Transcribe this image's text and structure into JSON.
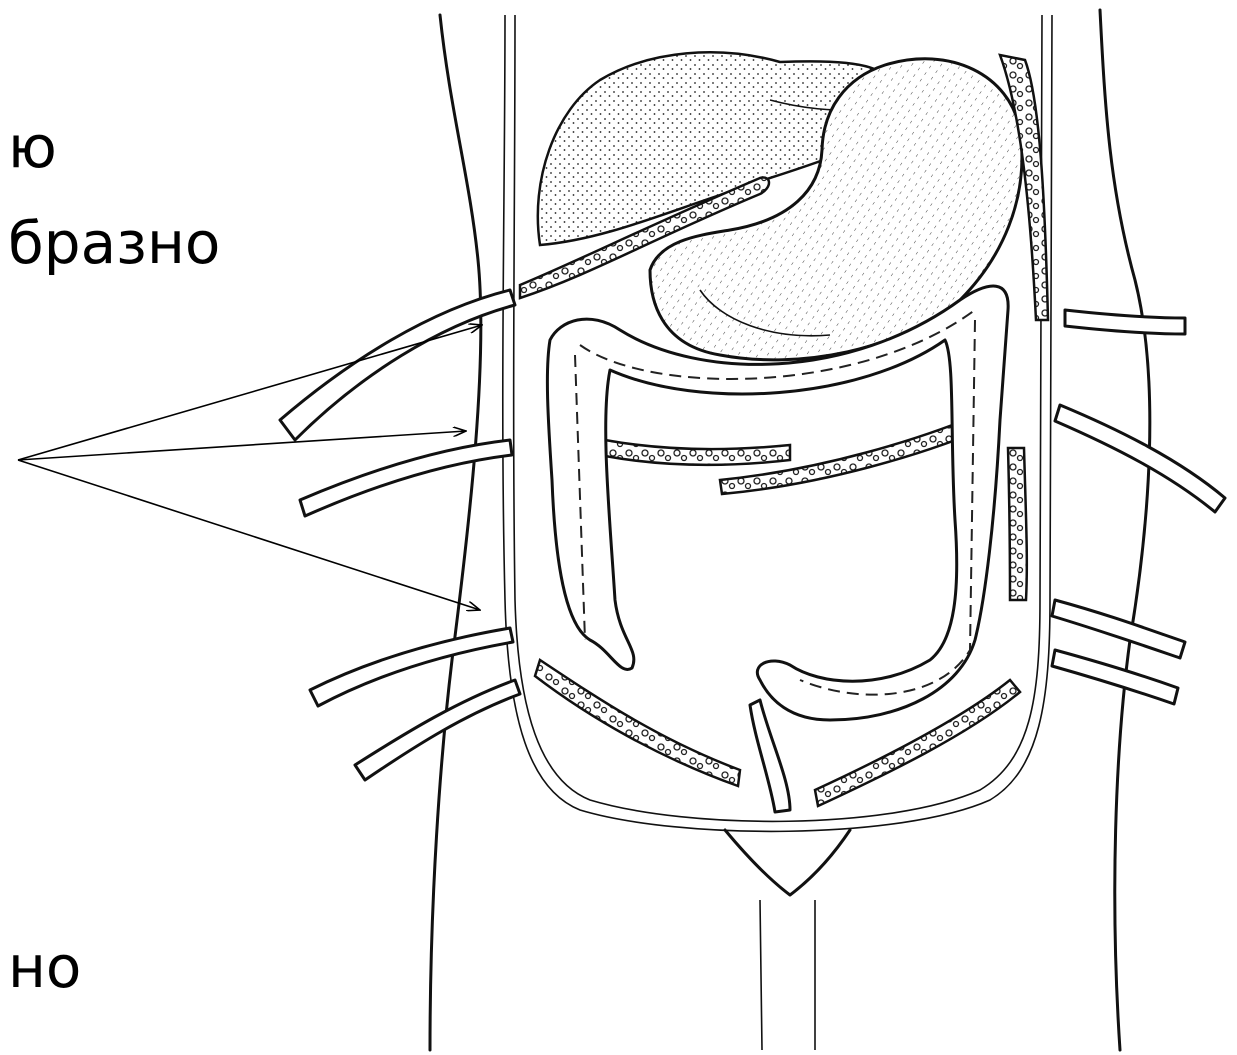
{
  "text_fragments": [
    "ю",
    "бразно",
    "но"
  ]
}
